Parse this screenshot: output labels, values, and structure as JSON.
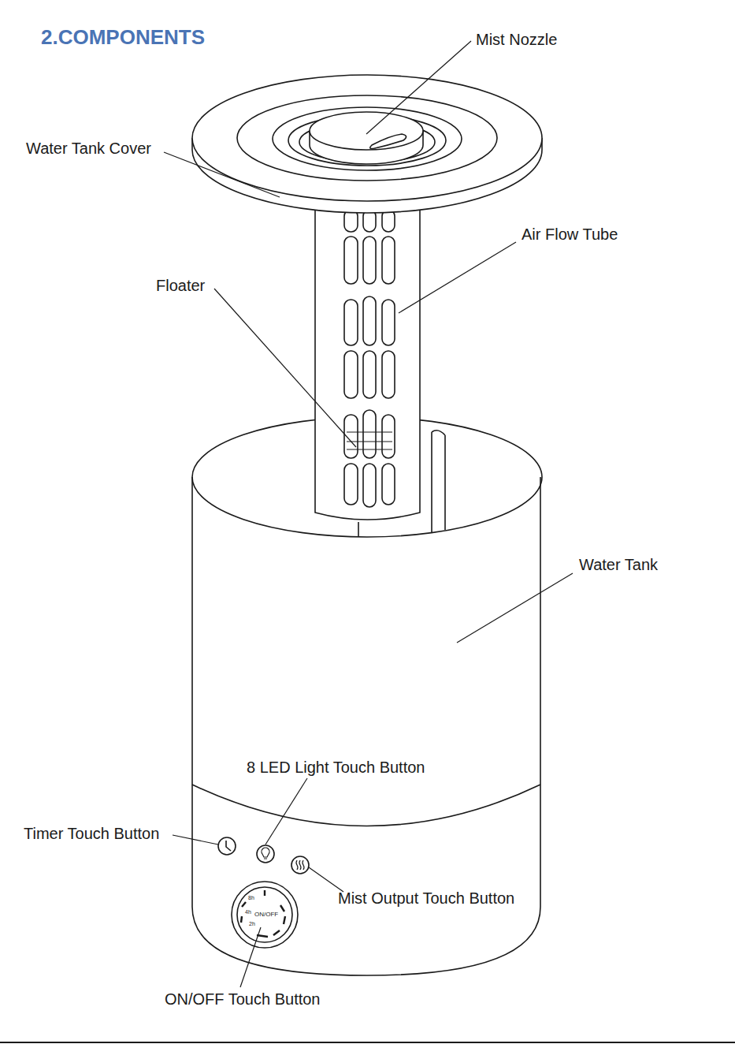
{
  "diagram": {
    "title": "2.COMPONENTS",
    "labels": [
      "Mist Nozzle",
      "Water Tank Cover",
      "Air Flow Tube",
      "Floater",
      "Water Tank",
      "8 LED Light Touch Button",
      "Timer Touch Button",
      "Mist Output Touch Button",
      "ON/OFF Touch Button",
      "ON/OFF",
      "8h",
      "4h",
      "2h"
    ]
  }
}
